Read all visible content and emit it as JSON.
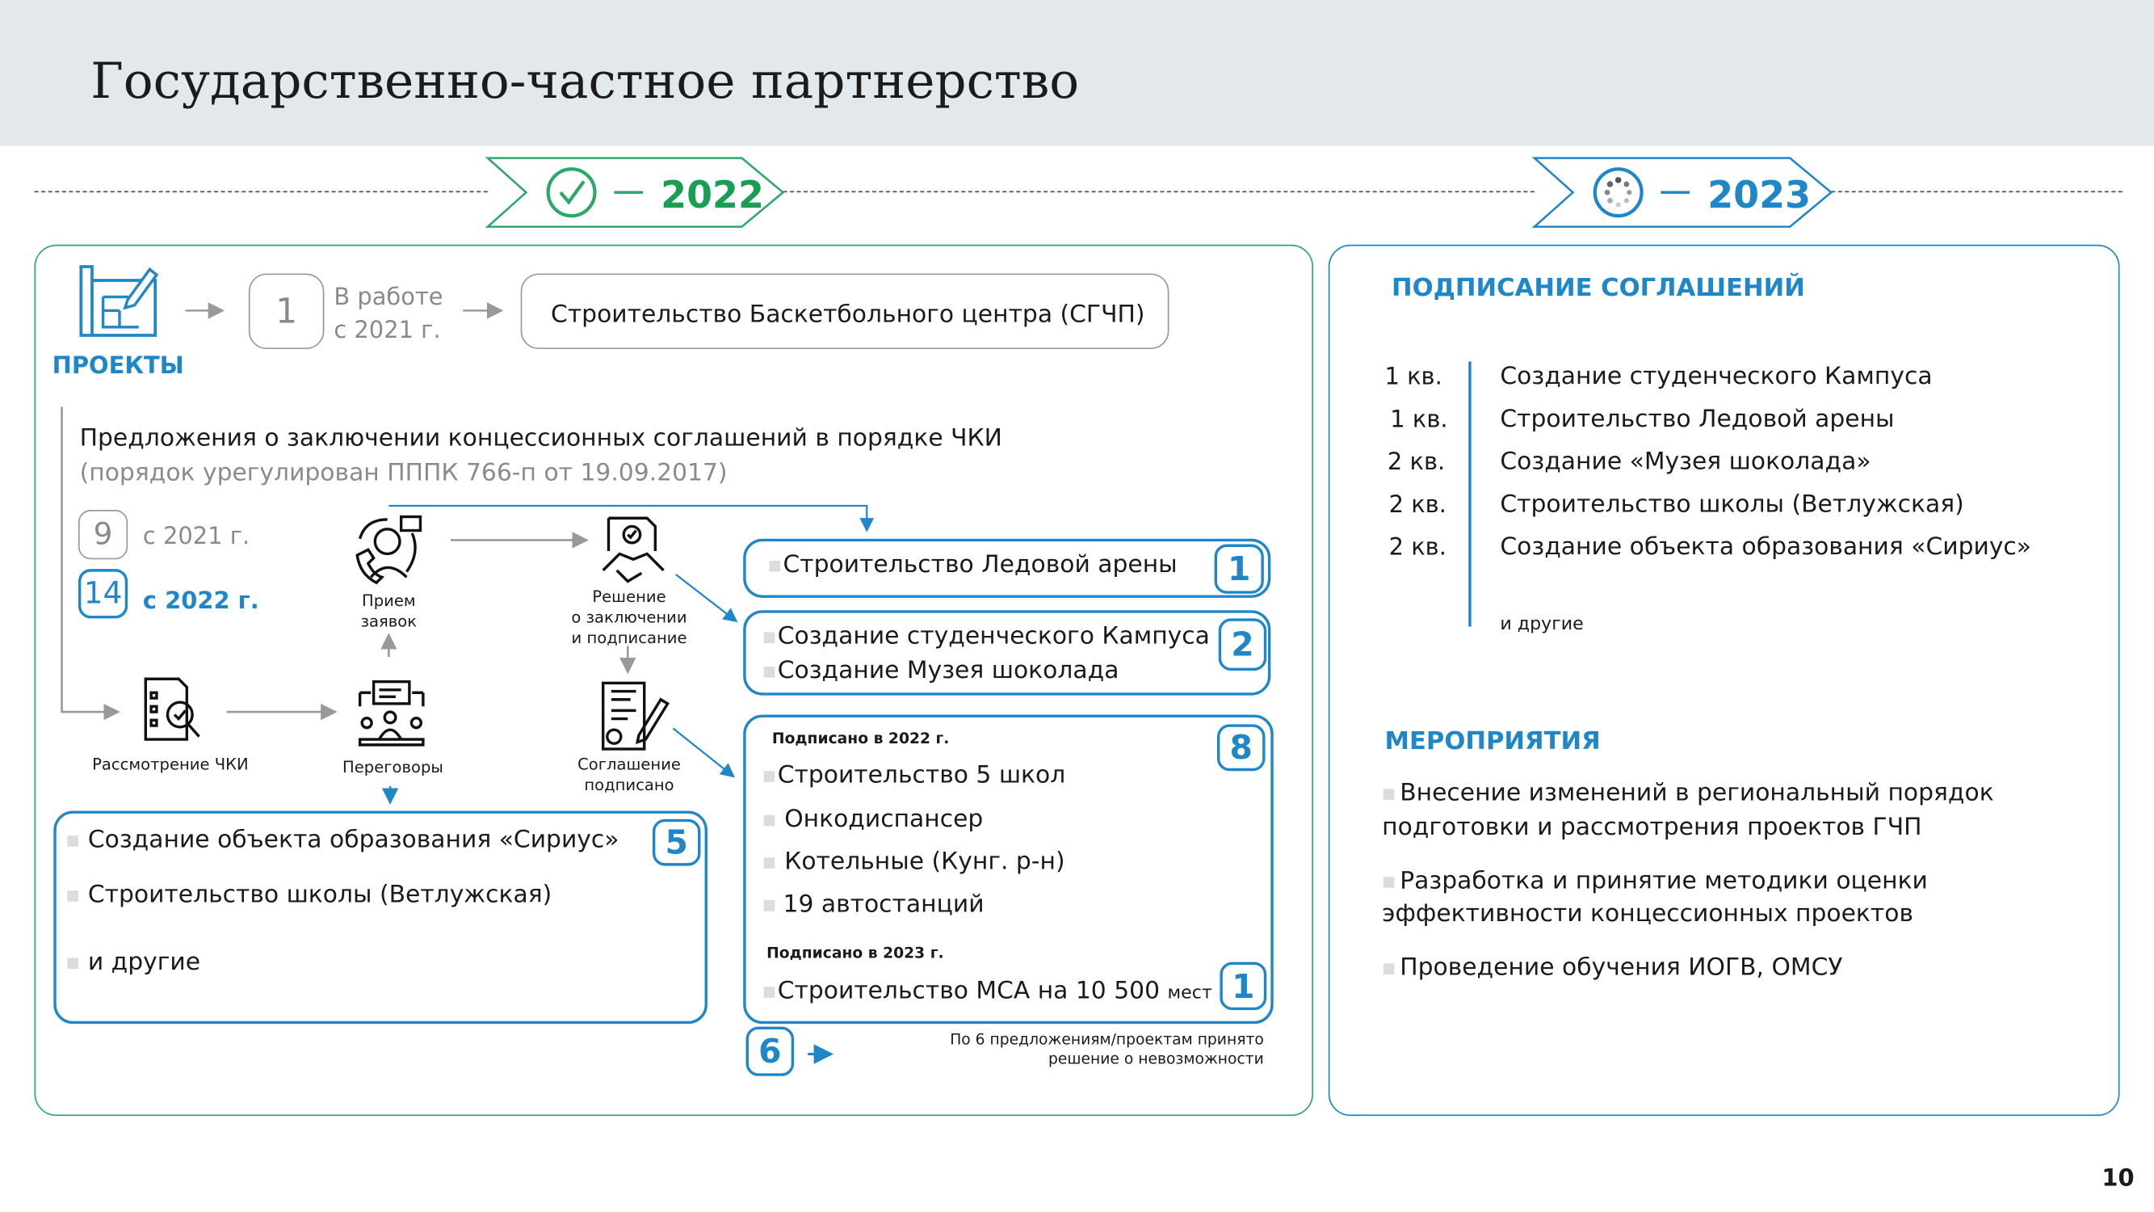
{
  "header": {
    "title": "Государственно-частное партнерство"
  },
  "timeline": {
    "year_2022": "2022",
    "year_2023": "2023",
    "icon_2022": "check-circle-icon",
    "icon_2023": "loading-spinner-icon"
  },
  "colors": {
    "green": "#2ea86a",
    "blue": "#1f86c8",
    "header_bg": "#e3e8ed"
  },
  "left": {
    "projects_label": "ПРОЕКТЫ",
    "in_work_count": "1",
    "in_work_line1": "В работе",
    "in_work_line2": "с 2021 г.",
    "basketball": "Строительство Баскетбольного центра (СГЧП)",
    "proposals_title": "Предложения о заключении концессионных соглашений в порядке ЧКИ",
    "proposals_sub": "(порядок урегулирован ПППК 766-п от 19.09.2017)",
    "count_2021": "9",
    "since_2021": "с 2021 г.",
    "count_2022": "14",
    "since_2022": "с 2022 г.",
    "steps": {
      "intake": "Прием\nзаявок",
      "decision": "Решение\nо заключении\nи подписание",
      "review": "Рассмотрение ЧКИ",
      "negotiation": "Переговоры",
      "signed": "Соглашение\nподписано"
    },
    "ice": {
      "item": "Строительство Ледовой арены",
      "count": "1"
    },
    "two": {
      "items": [
        "Создание студенческого Кампуса",
        "Создание Музея шоколада"
      ],
      "count": "2"
    },
    "signed_box": {
      "heading_2022": "Подписано в 2022 г.",
      "count_2022": "8",
      "items_2022": [
        "Строительство 5 школ",
        "Онкодиспансер",
        "Котельные (Кунг. р-н)",
        "19 автостанций"
      ],
      "heading_2023": "Подписано в 2023 г.",
      "count_2023": "1",
      "item_2023_main": "Строительство МСА на 10 500 ",
      "item_2023_small": "мест"
    },
    "rejected": {
      "count": "6",
      "text_line1": "По 6 предложениям/проектам принято",
      "text_line2": "решение о невозможности"
    },
    "sirius_box": {
      "items": [
        "Создание объекта образования «Сириус»",
        "Строительство школы (Ветлужская)",
        "и другие"
      ],
      "count": "5"
    }
  },
  "right": {
    "signing_title": "ПОДПИСАНИЕ СОГЛАШЕНИЙ",
    "schedule": [
      {
        "q": "1 кв.",
        "item": "Создание студенческого Кампуса"
      },
      {
        "q": "1 кв.",
        "item": "Строительство Ледовой арены"
      },
      {
        "q": "2 кв.",
        "item": "Создание «Музея шоколада»"
      },
      {
        "q": "2 кв.",
        "item": "Строительство школы (Ветлужская)"
      },
      {
        "q": "2 кв.",
        "item": "Создание объекта образования «Сириус»"
      }
    ],
    "others": "и другие",
    "events_title": "МЕРОПРИЯТИЯ",
    "events": [
      {
        "l1": "Внесение  изменений в региональный порядок",
        "l2": "подготовки и рассмотрения проектов ГЧП"
      },
      {
        "l1": "Разработка и принятие методики оценки",
        "l2": "эффективности концессионных проектов"
      },
      {
        "l1": "Проведение обучения ИОГВ, ОМСУ"
      }
    ]
  },
  "page_number": "10"
}
